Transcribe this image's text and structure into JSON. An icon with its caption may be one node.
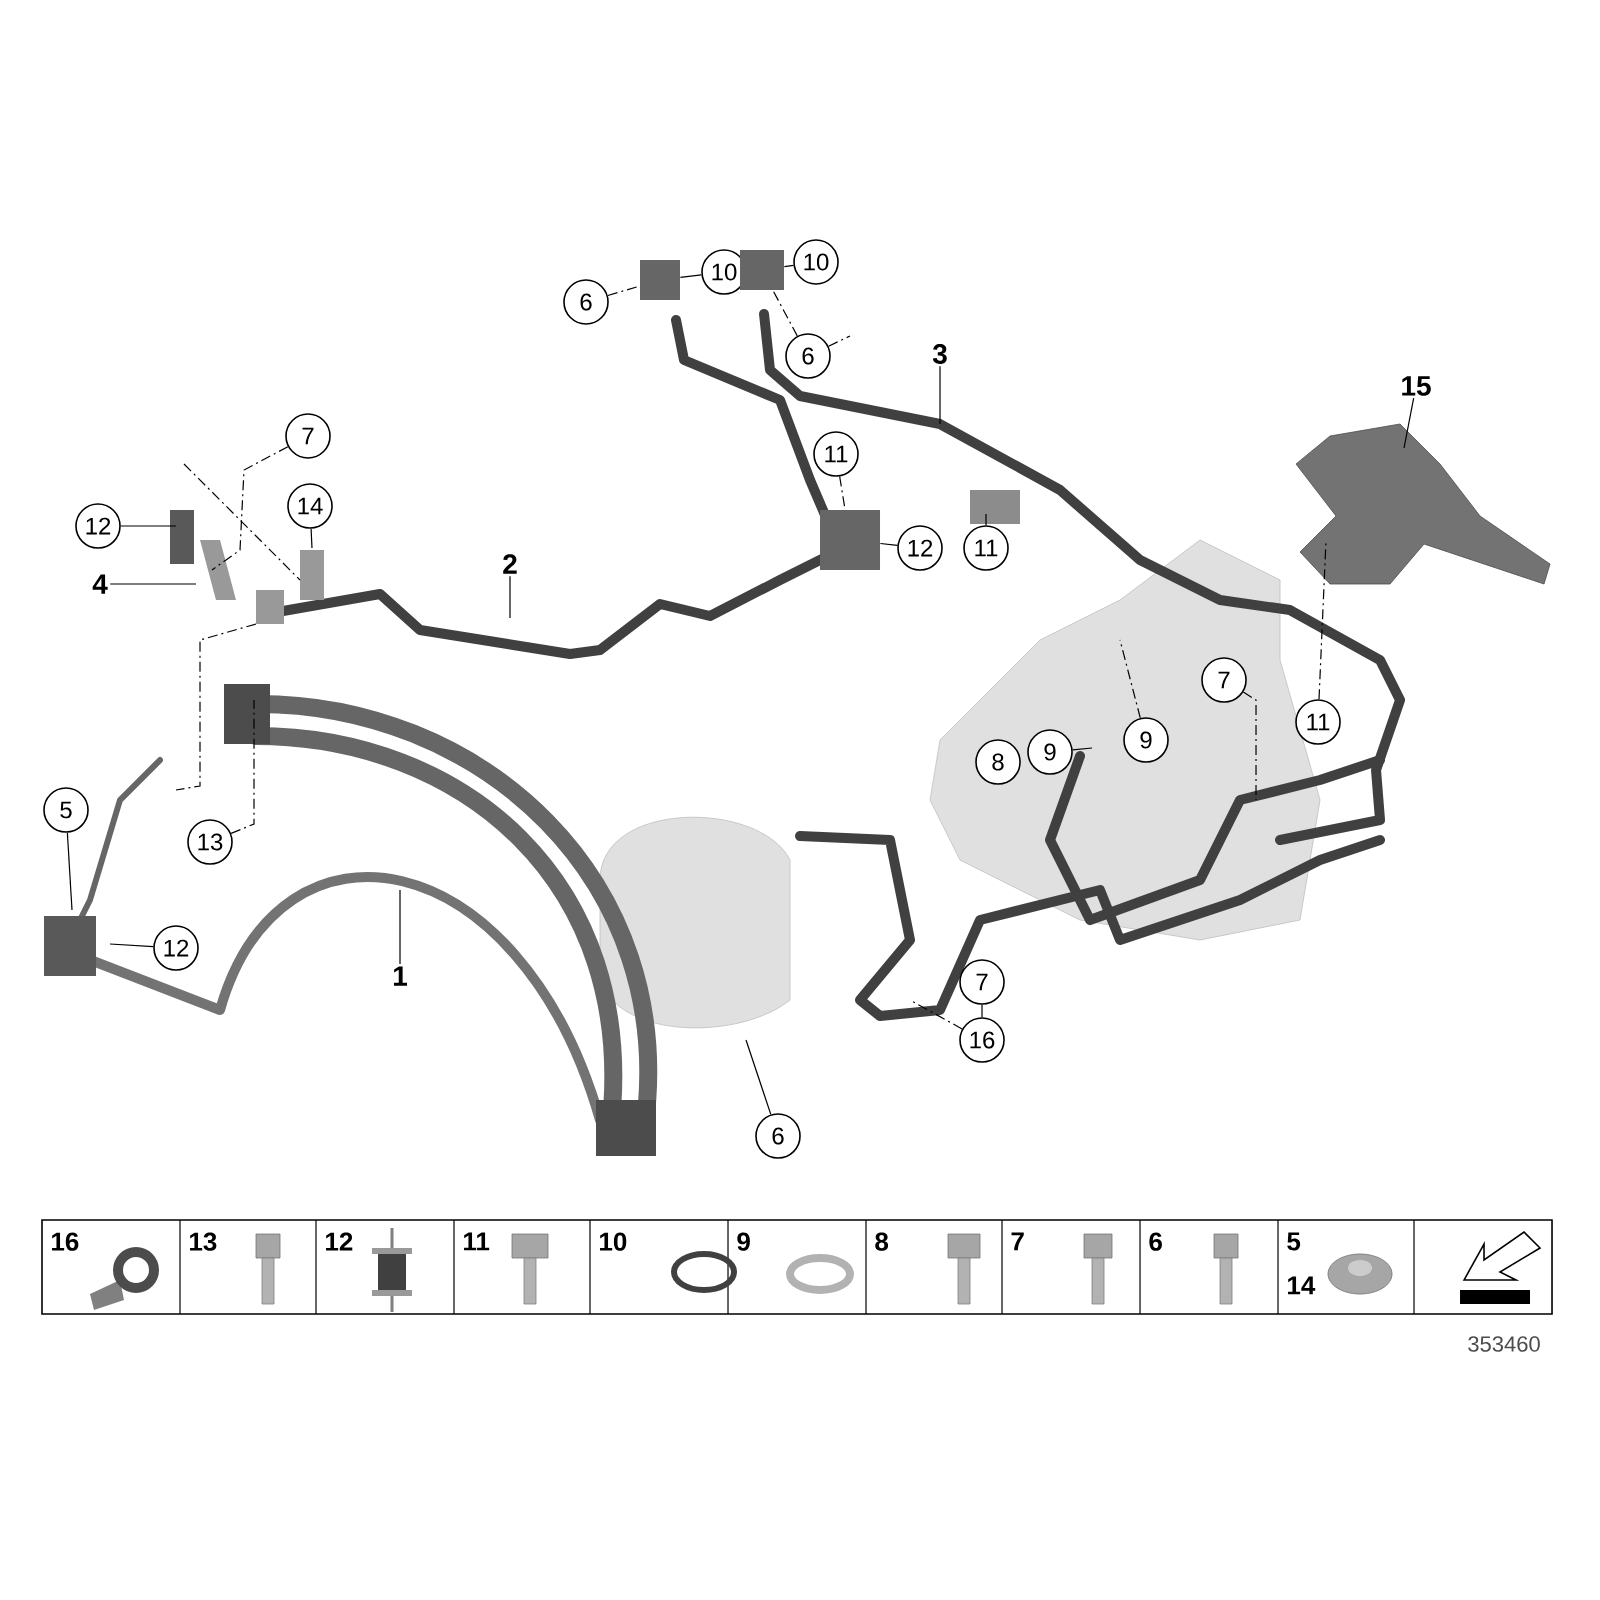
{
  "diagram": {
    "nodes": [
      {
        "text": [
          "6"
        ]
      },
      {
        "text": [
          "10"
        ]
      },
      {
        "text": [
          "10"
        ]
      },
      {
        "text": [
          "6"
        ]
      },
      {
        "text": [
          "3"
        ]
      },
      {
        "text": [
          "7"
        ]
      },
      {
        "text": [
          "12"
        ]
      },
      {
        "text": [
          "14"
        ]
      },
      {
        "text": [
          "4"
        ]
      },
      {
        "text": [
          "2"
        ]
      },
      {
        "text": [
          "11"
        ]
      },
      {
        "text": [
          "12"
        ]
      },
      {
        "text": [
          "11"
        ]
      },
      {
        "text": [
          "15"
        ]
      },
      {
        "text": [
          "7"
        ]
      },
      {
        "text": [
          "11"
        ]
      },
      {
        "text": [
          "9"
        ]
      },
      {
        "text": [
          "9"
        ]
      },
      {
        "text": [
          "8"
        ]
      },
      {
        "text": [
          "5"
        ]
      },
      {
        "text": [
          "13"
        ]
      },
      {
        "text": [
          "12"
        ]
      },
      {
        "text": [
          "1"
        ]
      },
      {
        "text": [
          "7"
        ]
      },
      {
        "text": [
          "16"
        ]
      },
      {
        "text": [
          "6"
        ]
      },
      {
        "text": [],
        "shape": "box"
      },
      {
        "text": [],
        "shape": "box"
      },
      {
        "text": [],
        "shape": "box"
      }
    ],
    "edges": [
      {
        "from": 0,
        "to": 26,
        "arrow": "none",
        "style": "dashed"
      },
      {
        "from": 1,
        "to": 26,
        "arrow": "none"
      },
      {
        "from": 2,
        "to": 27,
        "arrow": "none"
      },
      {
        "from": 3,
        "to": null,
        "arrow": "none",
        "style": "dashed"
      },
      {
        "from": 3,
        "to": 27,
        "arrow": "none",
        "style": "dashed"
      },
      {
        "from": 4,
        "to": null,
        "arrow": "none"
      },
      {
        "from": 5,
        "to": null,
        "arrow": "none",
        "style": "dashed"
      },
      {
        "from": 6,
        "to": null,
        "arrow": "none"
      },
      {
        "from": 7,
        "to": null,
        "arrow": "none"
      },
      {
        "from": 8,
        "to": null,
        "arrow": "none"
      },
      {
        "from": 9,
        "to": null,
        "arrow": "none"
      },
      {
        "from": 10,
        "to": 28,
        "arrow": "none",
        "style": "dashed"
      },
      {
        "from": 11,
        "to": 28,
        "arrow": "none"
      },
      {
        "from": 12,
        "to": null,
        "arrow": "none"
      },
      {
        "from": 13,
        "to": null,
        "arrow": "none"
      },
      {
        "from": 14,
        "to": null,
        "arrow": "none",
        "style": "dashed"
      },
      {
        "from": 15,
        "to": null,
        "arrow": "none",
        "style": "dashed"
      },
      {
        "from": 16,
        "to": null,
        "arrow": "none",
        "style": "dashed"
      },
      {
        "from": 17,
        "to": null,
        "arrow": "none"
      },
      {
        "from": 19,
        "to": null,
        "arrow": "none"
      },
      {
        "from": 20,
        "to": null,
        "arrow": "none",
        "style": "dashed"
      },
      {
        "from": 21,
        "to": null,
        "arrow": "none"
      },
      {
        "from": 22,
        "to": null,
        "arrow": "none"
      },
      {
        "from": 23,
        "to": 24,
        "arrow": "none"
      },
      {
        "from": 24,
        "to": null,
        "arrow": "none",
        "style": "dashed"
      },
      {
        "from": 25,
        "to": null,
        "arrow": "none"
      }
    ],
    "labels": [
      "16",
      "13",
      "12",
      "11",
      "10",
      "9",
      "8",
      "7",
      "6",
      "5",
      "14",
      "353460"
    ]
  }
}
